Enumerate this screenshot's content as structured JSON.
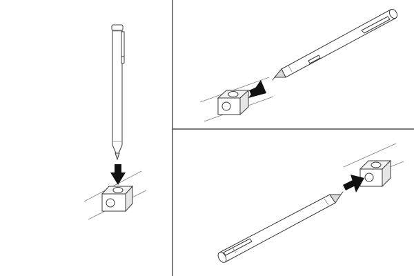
{
  "figure": {
    "panels": [
      {
        "id": "insert-from-top",
        "direction": "down"
      },
      {
        "id": "insert-from-right",
        "direction": "left"
      },
      {
        "id": "insert-from-left",
        "direction": "right"
      }
    ],
    "icons": [
      "stylus-pen-icon",
      "pen-holder-icon",
      "arrow-down-icon",
      "arrow-left-icon",
      "arrow-right-icon"
    ],
    "colors": {
      "line": "#3a3a3a",
      "arrow": "#111111",
      "background": "#ffffff"
    }
  }
}
